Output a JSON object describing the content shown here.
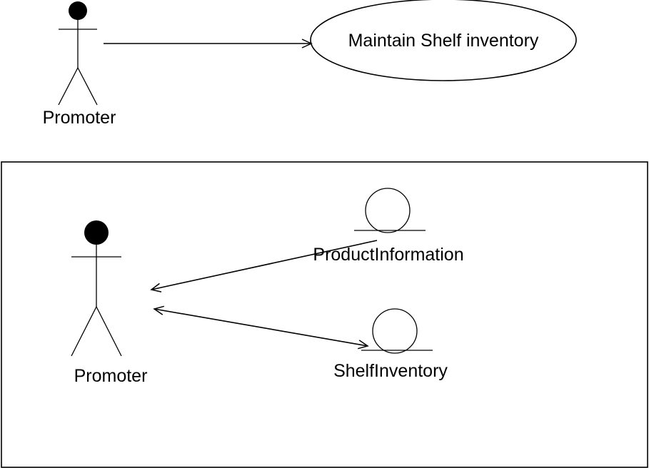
{
  "use_case_view": {
    "actor": {
      "label": "Promoter"
    },
    "use_case": {
      "label": "Maintain Shelf inventory"
    }
  },
  "analysis_view": {
    "actor": {
      "label": "Promoter"
    },
    "entity_product": {
      "label": "ProductInformation"
    },
    "entity_shelf": {
      "label": "ShelfInventory"
    }
  },
  "colors": {
    "stroke": "#000000",
    "background": "#ffffff"
  }
}
